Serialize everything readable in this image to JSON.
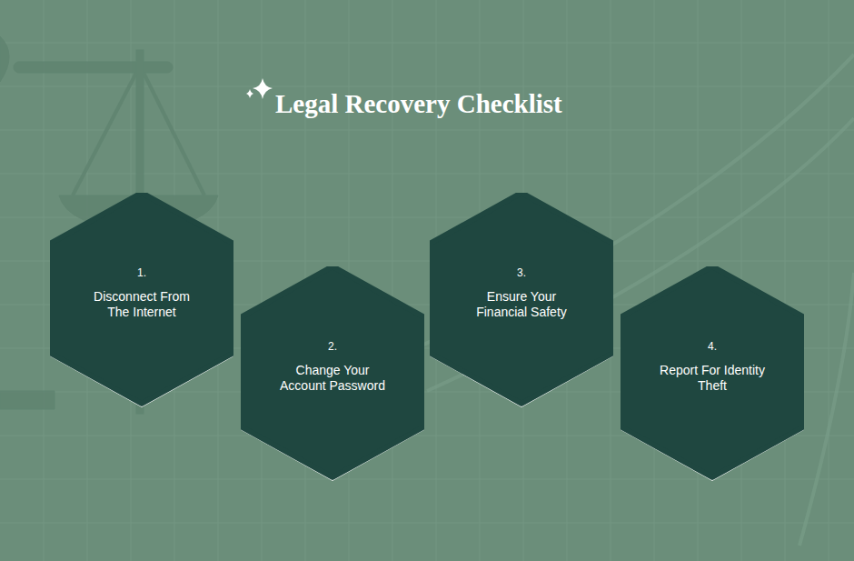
{
  "diagram": {
    "title": "Legal Recovery Checklist",
    "nodes": [
      {
        "text": [
          "1.",
          "Disconnect From The Internet"
        ]
      },
      {
        "text": [
          "2.",
          "Change Your Account Password"
        ]
      },
      {
        "text": [
          "3.",
          "Ensure Your Financial Safety"
        ]
      },
      {
        "text": [
          "4.",
          "Report For Identity Theft"
        ]
      }
    ]
  }
}
